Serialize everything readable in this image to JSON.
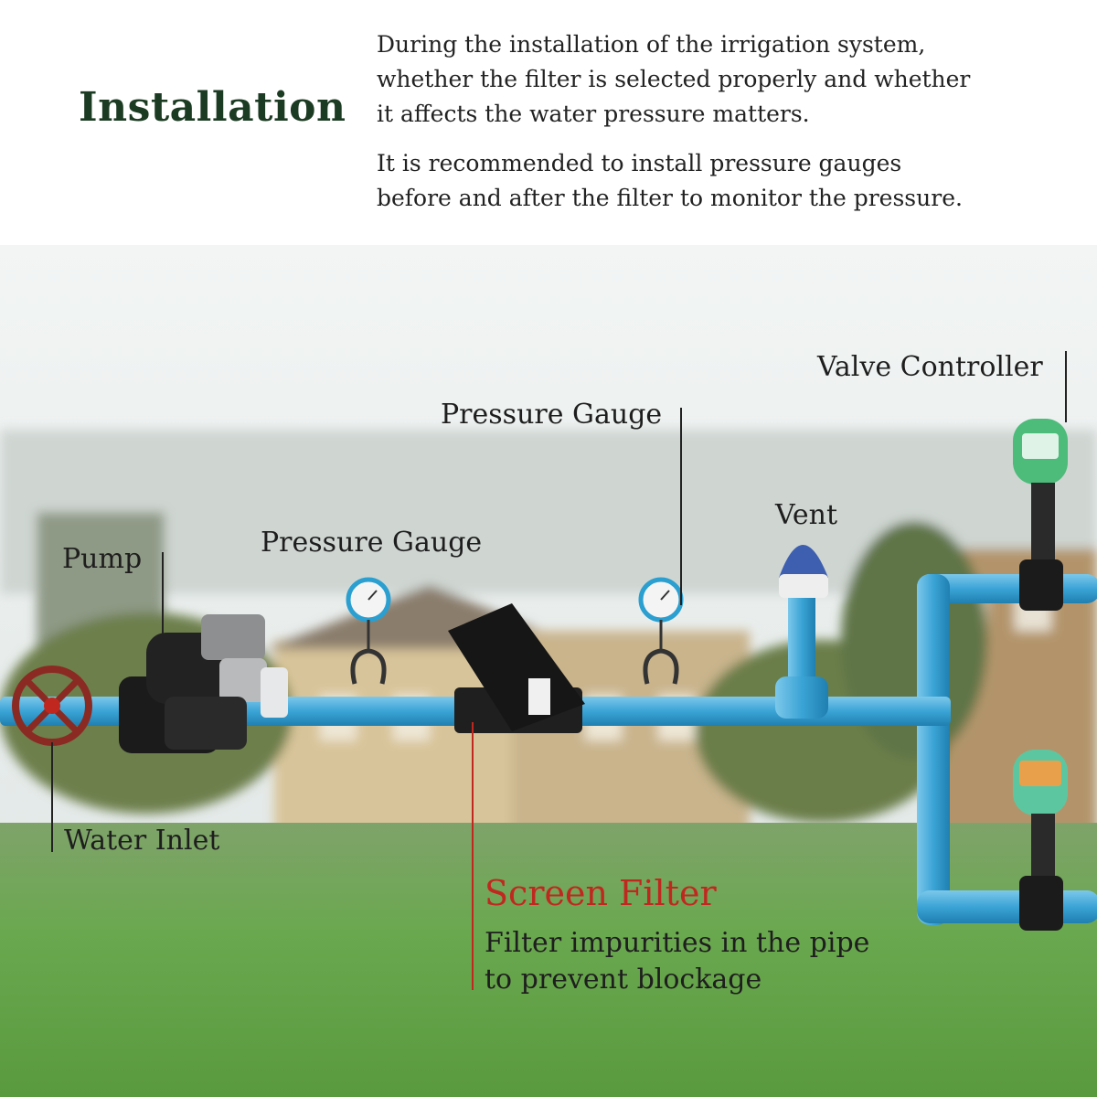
{
  "header": {
    "title": "Installation",
    "paragraph1": [
      "During the installation of the irrigation system,",
      "whether the filter is selected properly and whether",
      "it affects the water pressure matters."
    ],
    "paragraph2": [
      "It is recommended to install pressure gauges",
      "before and after the filter to monitor the pressure."
    ]
  },
  "labels": {
    "pump": "Pump",
    "water_inlet": "Water Inlet",
    "pressure_gauge_1": "Pressure Gauge",
    "pressure_gauge_2": "Pressure Gauge",
    "vent": "Vent",
    "valve_controller": "Valve Controller"
  },
  "screen_filter": {
    "title": "Screen Filter",
    "description": [
      "Filter impurities in the pipe",
      "to prevent blockage"
    ]
  },
  "colors": {
    "title": "#1c3b23",
    "accent_red": "#c0281f",
    "pipe": "#3ba4d6",
    "grass": "#6aa84f"
  }
}
